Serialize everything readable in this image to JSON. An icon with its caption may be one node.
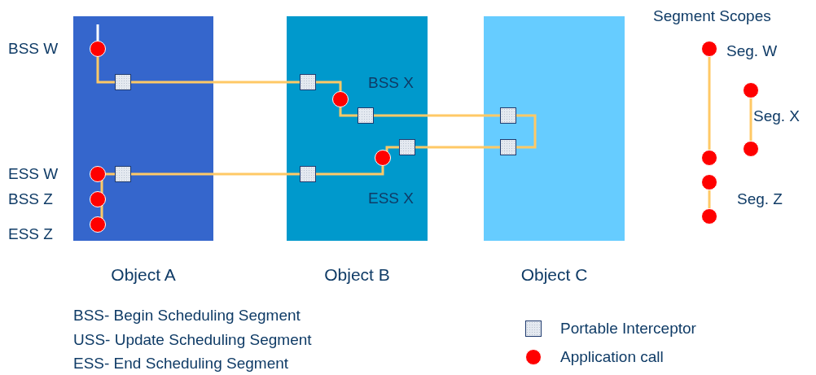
{
  "diagram": {
    "nodes": [
      {
        "text": [
          "Object A"
        ]
      },
      {
        "text": [],
        "shape": "circle",
        "in": 0,
        "beside": [
          "BSS W"
        ]
      },
      {
        "text": [],
        "shape": "box",
        "in": 0
      },
      {
        "text": [],
        "shape": "circle",
        "in": 0,
        "beside": [
          "ESS W"
        ]
      },
      {
        "text": [],
        "shape": "box",
        "in": 0
      },
      {
        "text": [],
        "shape": "circle",
        "in": 0,
        "beside": [
          "BSS Z"
        ]
      },
      {
        "text": [],
        "shape": "circle",
        "in": 0,
        "beside": [
          "ESS Z"
        ]
      },
      {
        "text": [
          "Object B"
        ]
      },
      {
        "text": [],
        "shape": "box",
        "in": 7
      },
      {
        "text": [],
        "shape": "circle",
        "in": 7,
        "beside": [
          "BSS X"
        ]
      },
      {
        "text": [],
        "shape": "box",
        "in": 7
      },
      {
        "text": [],
        "shape": "circle",
        "in": 7,
        "beside": [
          "ESS X"
        ]
      },
      {
        "text": [],
        "shape": "box",
        "in": 7
      },
      {
        "text": [],
        "shape": "box",
        "in": 7
      },
      {
        "text": [
          "Object C"
        ]
      },
      {
        "text": [],
        "shape": "box",
        "in": 14
      },
      {
        "text": [],
        "shape": "box",
        "in": 14
      },
      {
        "text": [],
        "shape": "circle",
        "beside": [
          "Seg. W"
        ]
      },
      {
        "text": [],
        "shape": "circle"
      },
      {
        "text": [],
        "shape": "circle"
      },
      {
        "text": [],
        "shape": "circle",
        "beside": [
          "Seg. X"
        ]
      },
      {
        "text": [],
        "shape": "circle"
      },
      {
        "text": [],
        "shape": "circle",
        "beside": [
          "Seg. Z"
        ]
      }
    ],
    "edges": [
      {
        "from": null,
        "to": 1,
        "arrow": "none",
        "color": "#ffffff"
      },
      {
        "from": 1,
        "to": 2,
        "arrow": "none"
      },
      {
        "from": 2,
        "to": 8,
        "arrow": "none"
      },
      {
        "from": 8,
        "to": 9,
        "arrow": "none"
      },
      {
        "from": 9,
        "to": 10,
        "arrow": "none"
      },
      {
        "from": 10,
        "to": 15,
        "arrow": "none"
      },
      {
        "from": 15,
        "to": 16,
        "arrow": "none"
      },
      {
        "from": 16,
        "to": 12,
        "arrow": "none"
      },
      {
        "from": 12,
        "to": 11,
        "arrow": "none"
      },
      {
        "from": 11,
        "to": 13,
        "arrow": "none"
      },
      {
        "from": 13,
        "to": 4,
        "arrow": "none"
      },
      {
        "from": 4,
        "to": 3,
        "arrow": "none"
      },
      {
        "from": 3,
        "to": 5,
        "arrow": "none"
      },
      {
        "from": 5,
        "to": 6,
        "arrow": "none"
      },
      {
        "from": 17,
        "to": 18,
        "arrow": "none"
      },
      {
        "from": 19,
        "to": 20,
        "arrow": "none"
      },
      {
        "from": 21,
        "to": 22,
        "arrow": "none"
      }
    ],
    "labels": [
      "Segment Scopes",
      "BSS- Begin Scheduling Segment",
      "USS- Update Scheduling Segment",
      "ESS- End Scheduling Segment"
    ],
    "legend": [
      {
        "text": "Portable Interceptor"
      },
      {
        "text": "Application call"
      }
    ]
  }
}
